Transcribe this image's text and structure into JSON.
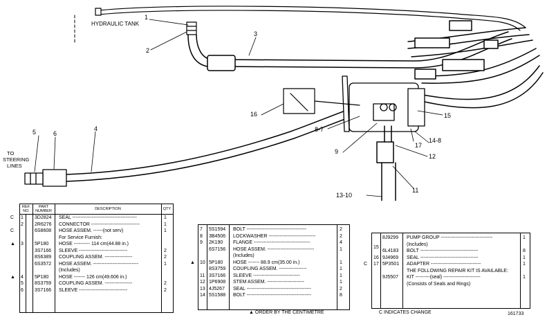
{
  "diagram": {
    "hydraulic_tank_label": "HYDRAULIC TANK",
    "steering_label": [
      "TO",
      "STEERING",
      "LINES"
    ],
    "callouts": {
      "c1": "1",
      "c2": "2",
      "c3": "3",
      "c4": "4",
      "c5": "5",
      "c6": "6",
      "c16": "16",
      "c87": "8-7",
      "c9": "9",
      "c15": "15",
      "c17": "17",
      "c148": "14-8",
      "c12": "12",
      "c11": "11",
      "c1310": "13-10"
    }
  },
  "table_headers": {
    "ref_no": "REF. NO.",
    "part_number": "PART NUMBER",
    "description": "DESCRIPTION",
    "qty": "QTY"
  },
  "table1": {
    "rows": [
      {
        "mark": "C",
        "ref": "1",
        "part": "3D2824",
        "desc": "SEAL ----------------------------------------",
        "qty": "1"
      },
      {
        "mark": "",
        "ref": "2",
        "part": "2R6276",
        "desc": "CONNECTOR ------------------------------",
        "qty": "1"
      },
      {
        "mark": "C",
        "ref": "",
        "part": "6S8608",
        "desc": "HOSE ASSEM. ------(not serv)",
        "qty": "1"
      },
      {
        "mark": "",
        "ref": "",
        "part": "",
        "desc": "For Service Furnish:",
        "qty": ""
      },
      {
        "mark": "▲",
        "ref": "3",
        "part": "5P180",
        "desc": "HOSE ---------- 114 cm(44.88 in.)",
        "qty": ""
      },
      {
        "mark": "",
        "ref": "",
        "part": "3S7166",
        "desc": "SLEEVE ------------------------------",
        "qty": "2"
      },
      {
        "mark": "",
        "ref": "",
        "part": "8S6389",
        "desc": "COUPLING ASSEM. -----------------",
        "qty": "2"
      },
      {
        "mark": "",
        "ref": "",
        "part": "6S3572",
        "desc": "HOSE ASSEM. ----------------------------",
        "qty": "1"
      },
      {
        "mark": "",
        "ref": "",
        "part": "",
        "desc": "(Includes)",
        "qty": ""
      },
      {
        "mark": "▲",
        "ref": "4",
        "part": "5P180",
        "desc": "HOSE ------- 126 cm(49.606 in.)",
        "qty": ""
      },
      {
        "mark": "",
        "ref": "5",
        "part": "8S3759",
        "desc": "COUPLING ASSEM. -----------------",
        "qty": "2"
      },
      {
        "mark": "",
        "ref": "6",
        "part": "3S7166",
        "desc": "SLEEVE ------------------------------",
        "qty": "2"
      }
    ]
  },
  "table2": {
    "rows": [
      {
        "mark": "",
        "ref": "7",
        "part": "5S1594",
        "desc": "BOLT -------------------------------------",
        "qty": "2"
      },
      {
        "mark": "",
        "ref": "8",
        "part": "3B4506",
        "desc": "LOCKWASHER -----------------------------",
        "qty": "2"
      },
      {
        "mark": "",
        "ref": "9",
        "part": "2K190",
        "desc": "FLANGE -----------------------------------",
        "qty": "4"
      },
      {
        "mark": "",
        "ref": "",
        "part": "6S7156",
        "desc": "HOSE ASSEM. -----------------------------",
        "qty": "1"
      },
      {
        "mark": "",
        "ref": "",
        "part": "",
        "desc": "(Includes)",
        "qty": ""
      },
      {
        "mark": "▲",
        "ref": "10",
        "part": "5P180",
        "desc": "HOSE ------- 88.9 cm(35.00 in.)",
        "qty": "1"
      },
      {
        "mark": "",
        "ref": "",
        "part": "8S3759",
        "desc": "COUPLING ASSEM. -----------------",
        "qty": "1"
      },
      {
        "mark": "",
        "ref": "11",
        "part": "3S7166",
        "desc": "SLEEVE -----------------------------",
        "qty": "1"
      },
      {
        "mark": "",
        "ref": "12",
        "part": "1P6908",
        "desc": "STEM ASSEM. -----------------------",
        "qty": "1"
      },
      {
        "mark": "",
        "ref": "13",
        "part": "4J5267",
        "desc": "SEAL ----------------------------------------",
        "qty": "2"
      },
      {
        "mark": "",
        "ref": "14",
        "part": "5S1588",
        "desc": "BOLT ----------------------------------------",
        "qty": "8"
      }
    ],
    "footnote": "▲ ORDER BY THE CENTIMETRE"
  },
  "table3": {
    "rows": [
      {
        "mark": "",
        "ref": "",
        "part": "8J9299",
        "desc": "PUMP GROUP --------------------------------",
        "qty": "1"
      },
      {
        "mark": "",
        "ref": "",
        "part": "",
        "desc": "(Includes)",
        "qty": ""
      },
      {
        "mark": "",
        "ref": "",
        "part": "6L4183",
        "desc": "BOLT ------------------------------------",
        "qty": "8"
      },
      {
        "mark": "",
        "ref": "16",
        "part": "9J4969",
        "desc": "SEAL ------------------------------------",
        "qty": "1"
      },
      {
        "mark": "C",
        "ref": "17",
        "part": "5P3501",
        "desc": "ADAPTER -------------------------------",
        "qty": "1"
      },
      {
        "mark": "",
        "ref": "",
        "part": "",
        "desc": "THE FOLLOWING REPAIR KIT IS AVAILABLE:",
        "qty": ""
      },
      {
        "mark": "",
        "ref": "",
        "part": "9J5507",
        "desc": "KIT ---------(seal) -----------------------",
        "qty": "1"
      },
      {
        "mark": "",
        "ref": "",
        "part": "",
        "desc": "(Consists of Seals and Rings)",
        "qty": ""
      }
    ],
    "ref15": "15",
    "footnote": "C INDICATES CHANGE",
    "page_number": "161733"
  }
}
